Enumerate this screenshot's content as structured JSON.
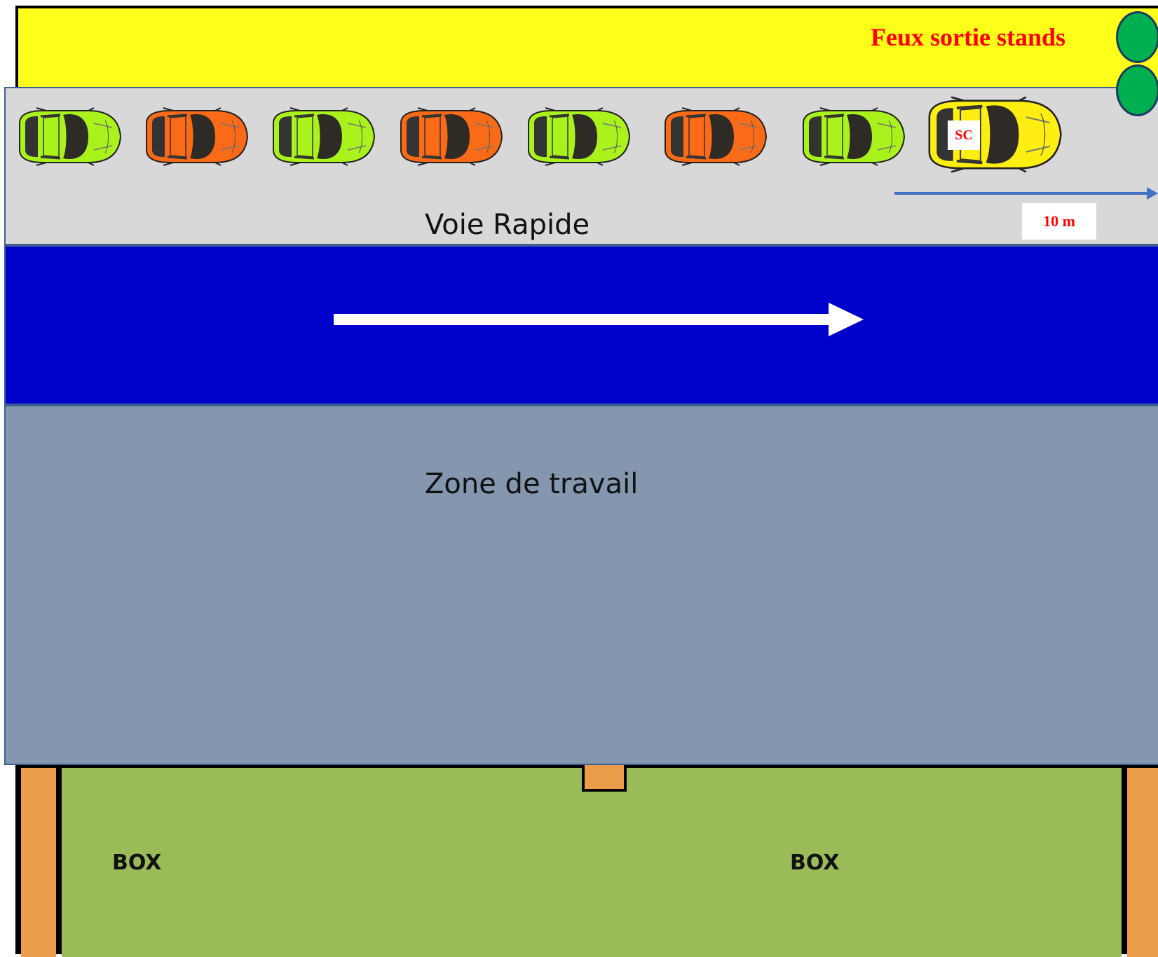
{
  "title": "Feux sortie stands",
  "lanes": {
    "fast_lane_label": "Voie Rapide",
    "work_zone_label": "Zone de travail"
  },
  "distance_label": "10 m",
  "safety_car_label": "SC",
  "traffic_lights": [
    "green",
    "green"
  ],
  "boxes": [
    "BOX",
    "BOX"
  ],
  "cars": [
    {
      "color": "#aaf21c",
      "type": "car"
    },
    {
      "color": "#fb6a16",
      "type": "car"
    },
    {
      "color": "#aaf21c",
      "type": "car"
    },
    {
      "color": "#fb6a16",
      "type": "car"
    },
    {
      "color": "#aaf21c",
      "type": "car"
    },
    {
      "color": "#fb6a16",
      "type": "car"
    },
    {
      "color": "#aaf21c",
      "type": "car"
    },
    {
      "color": "#ffee11",
      "type": "safety-car"
    }
  ],
  "colors": {
    "pit_wall": "#ffff1a",
    "fast_lane": "#d8d8d8",
    "blue_lane": "#0000cc",
    "work_zone": "#8497af",
    "garage": "#9bbb59",
    "box_pillar": "#eb9c4b",
    "light_green": "#00b050",
    "text_red": "#ff0000"
  }
}
